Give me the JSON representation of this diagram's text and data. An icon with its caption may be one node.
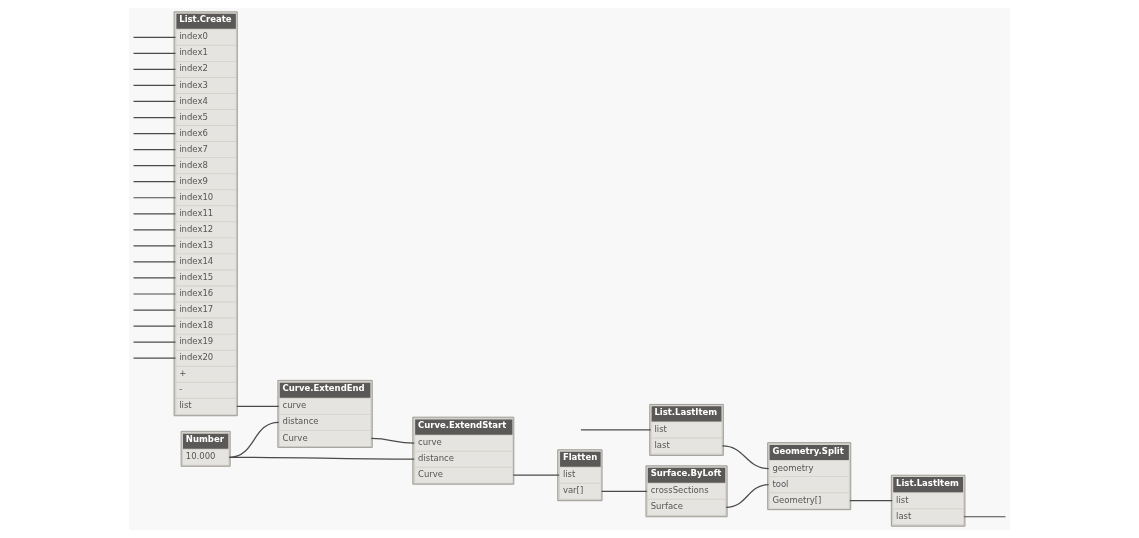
{
  "diagram": {
    "nodes": [
      {
        "text": [
          "List.Create",
          "index0",
          "index1",
          "index2",
          "index3",
          "index4",
          "index5",
          "index6",
          "index7",
          "index8",
          "index9",
          "index10",
          "index11",
          "index12",
          "index13",
          "index14",
          "index15",
          "index16",
          "index17",
          "index18",
          "index19",
          "index20",
          "+",
          "-",
          "list"
        ]
      },
      {
        "text": [
          "Number",
          "10.000"
        ]
      },
      {
        "text": [
          "Curve.ExtendEnd",
          "curve",
          "distance",
          "Curve"
        ]
      },
      {
        "text": [
          "Curve.ExtendStart",
          "curve",
          "distance",
          "Curve"
        ]
      },
      {
        "text": [
          "Flatten",
          "list",
          "var[]"
        ]
      },
      {
        "text": [
          "Surface.ByLoft",
          "crossSections",
          "Surface"
        ]
      },
      {
        "text": [
          "List.LastItem",
          "list",
          "last"
        ]
      },
      {
        "text": [
          "Geometry.Split",
          "geometry",
          "tool",
          "Geometry[]"
        ]
      },
      {
        "text": [
          "List.LastItem",
          "list",
          "last"
        ]
      }
    ],
    "edges": [
      {
        "from": null,
        "to": 0,
        "arrow": "none"
      },
      {
        "from": null,
        "to": 0,
        "arrow": "none"
      },
      {
        "from": null,
        "to": 0,
        "arrow": "none"
      },
      {
        "from": null,
        "to": 0,
        "arrow": "none"
      },
      {
        "from": null,
        "to": 0,
        "arrow": "none"
      },
      {
        "from": null,
        "to": 0,
        "arrow": "none"
      },
      {
        "from": null,
        "to": 0,
        "arrow": "none"
      },
      {
        "from": null,
        "to": 0,
        "arrow": "none"
      },
      {
        "from": null,
        "to": 0,
        "arrow": "none"
      },
      {
        "from": null,
        "to": 0,
        "arrow": "none"
      },
      {
        "from": null,
        "to": 0,
        "arrow": "none"
      },
      {
        "from": null,
        "to": 0,
        "arrow": "none"
      },
      {
        "from": null,
        "to": 0,
        "arrow": "none"
      },
      {
        "from": null,
        "to": 0,
        "arrow": "none"
      },
      {
        "from": null,
        "to": 0,
        "arrow": "none"
      },
      {
        "from": null,
        "to": 0,
        "arrow": "none"
      },
      {
        "from": null,
        "to": 0,
        "arrow": "none"
      },
      {
        "from": null,
        "to": 0,
        "arrow": "none"
      },
      {
        "from": null,
        "to": 0,
        "arrow": "none"
      },
      {
        "from": null,
        "to": 0,
        "arrow": "none"
      },
      {
        "from": null,
        "to": 0,
        "arrow": "none"
      },
      {
        "from": 0,
        "to": 2,
        "arrow": "none"
      },
      {
        "from": 1,
        "to": 2,
        "arrow": "none"
      },
      {
        "from": 2,
        "to": 3,
        "arrow": "none"
      },
      {
        "from": 1,
        "to": 3,
        "arrow": "none"
      },
      {
        "from": 3,
        "to": 4,
        "arrow": "none"
      },
      {
        "from": 4,
        "to": 5,
        "arrow": "none"
      },
      {
        "from": null,
        "to": 6,
        "arrow": "none"
      },
      {
        "from": 6,
        "to": 7,
        "arrow": "none"
      },
      {
        "from": 5,
        "to": 7,
        "arrow": "none"
      },
      {
        "from": 7,
        "to": 8,
        "arrow": "none"
      },
      {
        "from": 8,
        "to": null,
        "arrow": "none"
      }
    ]
  }
}
